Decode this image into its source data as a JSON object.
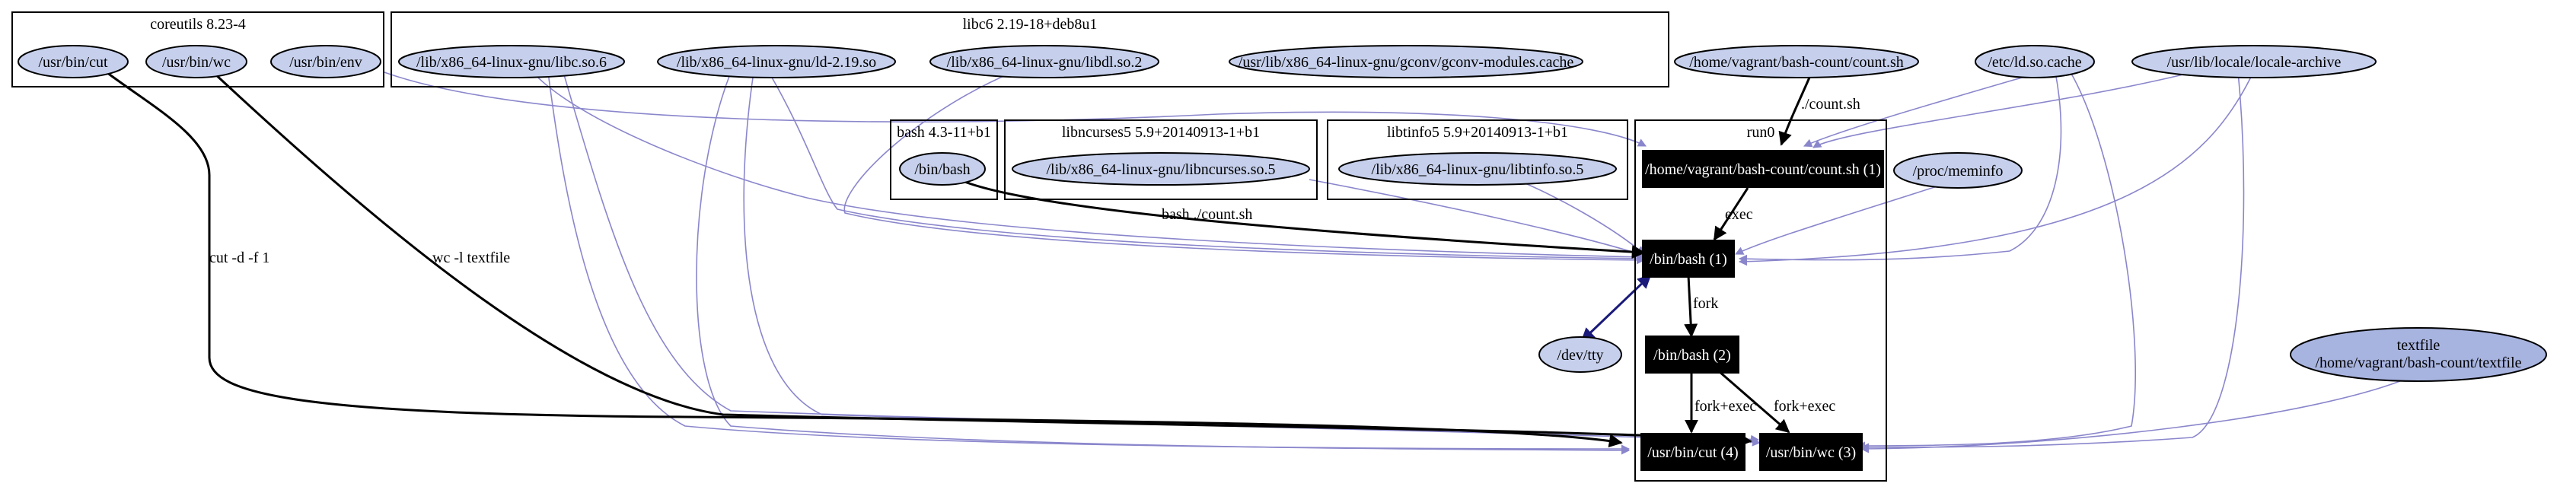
{
  "clusters": {
    "coreutils": {
      "label": "coreutils 8.23-4"
    },
    "libc6": {
      "label": "libc6 2.19-18+deb8u1"
    },
    "bash": {
      "label": "bash 4.3-11+b1"
    },
    "libncurses": {
      "label": "libncurses5 5.9+20140913-1+b1"
    },
    "libtinfo": {
      "label": "libtinfo5 5.9+20140913-1+b1"
    },
    "run0": {
      "label": "run0"
    }
  },
  "nodes": {
    "usr_bin_cut": {
      "label": "/usr/bin/cut"
    },
    "usr_bin_wc": {
      "label": "/usr/bin/wc"
    },
    "usr_bin_env": {
      "label": "/usr/bin/env"
    },
    "libc_so": {
      "label": "/lib/x86_64-linux-gnu/libc.so.6"
    },
    "ld_so": {
      "label": "/lib/x86_64-linux-gnu/ld-2.19.so"
    },
    "libdl": {
      "label": "/lib/x86_64-linux-gnu/libdl.so.2"
    },
    "gconv": {
      "label": "/usr/lib/x86_64-linux-gnu/gconv/gconv-modules.cache"
    },
    "count_sh_file": {
      "label": "/home/vagrant/bash-count/count.sh"
    },
    "etc_ld_cache": {
      "label": "/etc/ld.so.cache"
    },
    "locale_archive": {
      "label": "/usr/lib/locale/locale-archive"
    },
    "bin_bash_file": {
      "label": "/bin/bash"
    },
    "libncurses_so": {
      "label": "/lib/x86_64-linux-gnu/libncurses.so.5"
    },
    "libtinfo_so": {
      "label": "/lib/x86_64-linux-gnu/libtinfo.so.5"
    },
    "proc_meminfo": {
      "label": "/proc/meminfo"
    },
    "dev_tty": {
      "label": "/dev/tty"
    },
    "textfile": {
      "label_line1": "textfile",
      "label_line2": "/home/vagrant/bash-count/textfile"
    },
    "proc_count_sh": {
      "label": "/home/vagrant/bash-count/count.sh (1)"
    },
    "proc_bash1": {
      "label": "/bin/bash (1)"
    },
    "proc_bash2": {
      "label": "/bin/bash (2)"
    },
    "proc_cut": {
      "label": "/usr/bin/cut (4)"
    },
    "proc_wc": {
      "label": "/usr/bin/wc (3)"
    }
  },
  "edges": {
    "cut_cmd": {
      "label": "cut -d   -f 1"
    },
    "wc_cmd": {
      "label": "wc -l textfile"
    },
    "count_sh_exec": {
      "label": "./count.sh"
    },
    "bash_exec": {
      "label": "bash ./count.sh"
    },
    "exec": {
      "label": "exec"
    },
    "fork": {
      "label": "fork"
    },
    "fork_exec_cut": {
      "label": "fork+exec"
    },
    "fork_exec_wc": {
      "label": "fork+exec"
    }
  },
  "colors": {
    "node_fill": "#c6d0ec",
    "textfile_fill": "#a8b4e0",
    "process_fill": "#000000",
    "dependency_edge": "#8a86cc",
    "tty_edge": "#1a1a7a",
    "exec_edge": "#000000"
  }
}
